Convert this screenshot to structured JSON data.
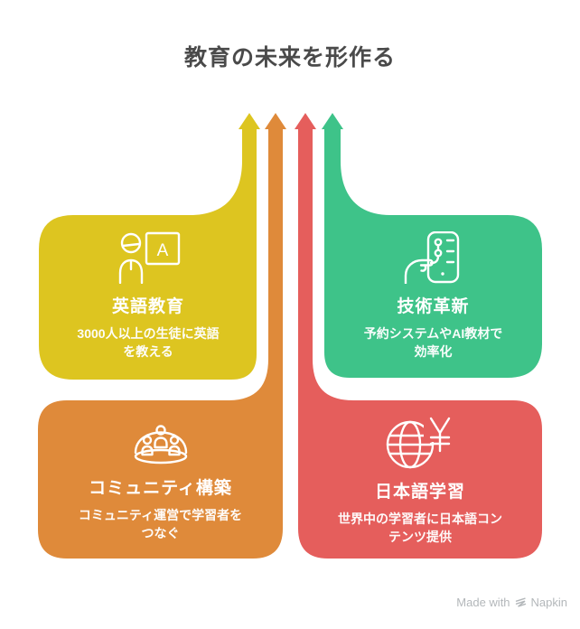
{
  "title": "教育の未来を形作る",
  "colors": {
    "background": "#ffffff",
    "title": "#4a4a4a",
    "block_text": "#ffffff",
    "footer": "#b3b7ba"
  },
  "blocks": [
    {
      "id": "english",
      "title": "英語教育",
      "description": "3000人以上の生徒に英語\nを教える",
      "color": "#ddc520",
      "icon": "teacher-whiteboard-icon",
      "board_letter": "A"
    },
    {
      "id": "tech",
      "title": "技術革新",
      "description": "予約システムやAI教材で\n効率化",
      "color": "#3ec389",
      "icon": "hand-phone-checklist-icon"
    },
    {
      "id": "community",
      "title": "コミュニティ構築",
      "description": "コミュニティ運営で学習者を\nつなぐ",
      "color": "#df8a3a",
      "icon": "community-people-icon"
    },
    {
      "id": "japanese",
      "title": "日本語学習",
      "description": "世界中の学習者に日本語コン\nテンツ提供",
      "color": "#e55e5c",
      "icon": "globe-yen-icon"
    }
  ],
  "footer": {
    "made_with": "Made with",
    "brand": "Napkin"
  }
}
